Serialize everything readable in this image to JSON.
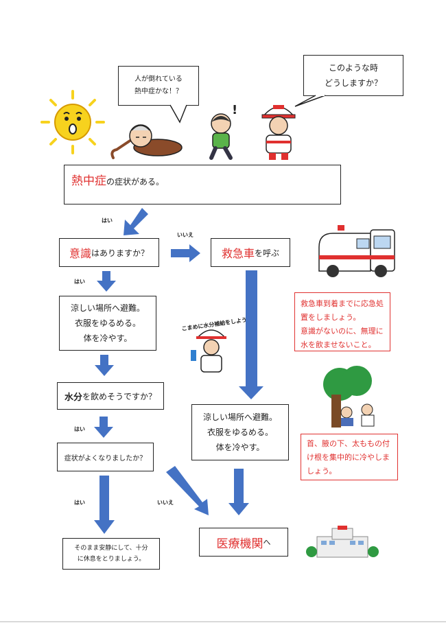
{
  "speech": {
    "left_line1": "人が倒れている",
    "left_line2": "熱中症かな！？",
    "right_line1": "このような時",
    "right_line2": "どうしますか？"
  },
  "symptom_box": {
    "emph": "熱中症",
    "rest": "の症状がある。"
  },
  "conscious_box": {
    "emph": "意識",
    "rest": "はありますか？"
  },
  "ambulance_box": {
    "emph": "救急車",
    "rest": "を呼ぶ"
  },
  "cool_box1": [
    "涼しい場所へ避難。",
    "衣服をゆるめる。",
    "体を冷やす。"
  ],
  "water_box": {
    "emph": "水分",
    "rest": "を飲めそうですか？"
  },
  "improve_box": "症状がよくなりましたか？",
  "cool_box2": [
    "涼しい場所へ避難。",
    "衣服をゆるめる。",
    "体を冷やす。"
  ],
  "rest_box": [
    "そのまま安静にして、十分",
    "に休息をとりましょう。"
  ],
  "hospital_box": {
    "emph": "医療機関",
    "rest": "へ"
  },
  "note1": [
    "救急車到着までに応急処",
    "置をしましょう。",
    "意識がないのに、無理に",
    "水を飲ませないこと。"
  ],
  "note2": [
    "首、腋の下、太ももの付",
    "け根を集中的に冷やしま",
    "しょう。"
  ],
  "labels": {
    "hai1": "はい",
    "iie1": "いいえ",
    "hai2": "はい",
    "hai3": "はい",
    "hai4": "はい",
    "iie2": "いいえ"
  },
  "hydration_caption": "こまめに水分補給をしよう",
  "colors": {
    "arrow": "#4472c4",
    "accent_red": "#e0302f",
    "text": "#222222",
    "sun": "#f7d21e"
  }
}
